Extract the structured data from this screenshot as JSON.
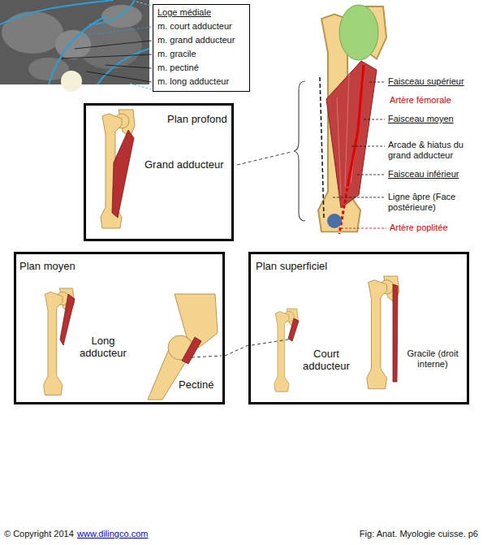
{
  "diagram": {
    "caption": "Fig: Anat. Myologie cuisse. p6",
    "nodes": [
      {
        "text": [
          "Loge médiale",
          "m. court adducteur",
          "m. grand adducteur",
          "m. gracile",
          "m. pectiné",
          "m. long adducteur"
        ]
      },
      {
        "text": [
          "Plan profond",
          "Grand adducteur"
        ]
      },
      {
        "text": [
          "Plan moyen",
          "Long adducteur",
          "Pectiné"
        ]
      },
      {
        "text": [
          "Plan superficiel",
          "Court adducteur",
          "Gracile (droit interne)"
        ]
      }
    ],
    "edges": [
      {
        "from": 2,
        "to": 3,
        "arrow": "none"
      }
    ],
    "labels": [
      "Faisceau supérieur",
      "Artère fémorale",
      "Faisceau moyen",
      "Arcade & hiatus du grand adducteur",
      "Faisceau inférieur",
      "Ligne âpre (Face postérieure)",
      "Artère poplitée",
      "© Copyright 2014",
      "www.dilingco.com"
    ]
  }
}
